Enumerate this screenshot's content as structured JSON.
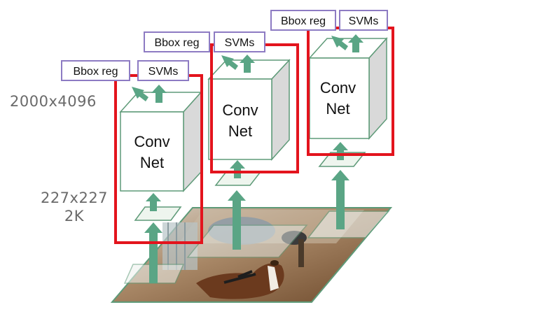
{
  "side_labels": {
    "features": "2000x4096",
    "warp_size": "227x227",
    "proposal_count": "2K"
  },
  "stacks": [
    {
      "bbox_label": "Bbox reg",
      "svm_label": "SVMs",
      "net_line1": "Conv",
      "net_line2": "Net"
    },
    {
      "bbox_label": "Bbox reg",
      "svm_label": "SVMs",
      "net_line1": "Conv",
      "net_line2": "Net"
    },
    {
      "bbox_label": "Bbox reg",
      "svm_label": "SVMs",
      "net_line1": "Conv",
      "net_line2": "Net"
    }
  ],
  "colors": {
    "arrow": "#5aa585",
    "cube_stroke": "#5e9a78",
    "cube_side": "#d9d9d9",
    "highlight": "#e3141d",
    "tag_border": "#8d7bc3",
    "label_gray": "#6a6a6a"
  }
}
